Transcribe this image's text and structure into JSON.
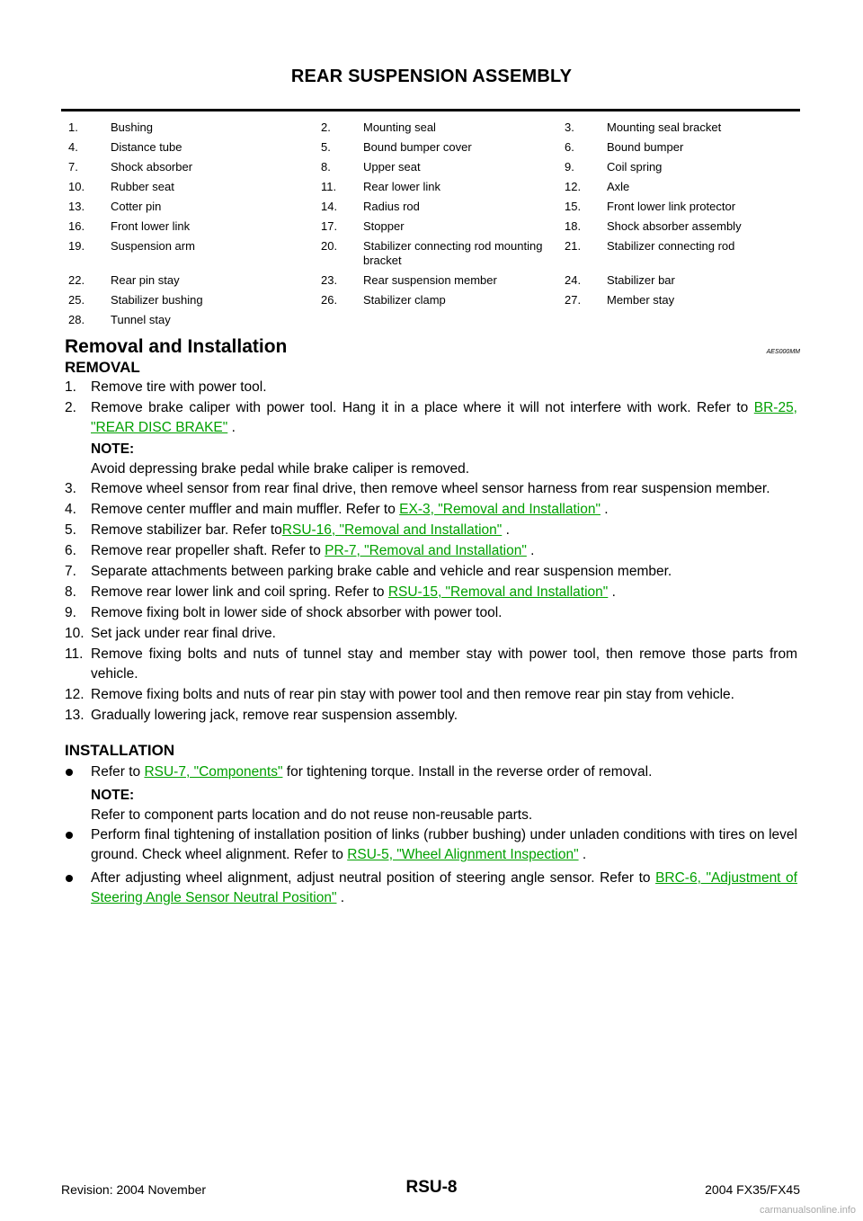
{
  "header": {
    "title": "REAR SUSPENSION ASSEMBLY"
  },
  "legend": [
    [
      "1.",
      "Bushing",
      "2.",
      "Mounting seal",
      "3.",
      "Mounting seal bracket"
    ],
    [
      "4.",
      "Distance tube",
      "5.",
      "Bound bumper cover",
      "6.",
      "Bound bumper"
    ],
    [
      "7.",
      "Shock absorber",
      "8.",
      "Upper seat",
      "9.",
      "Coil spring"
    ],
    [
      "10.",
      "Rubber seat",
      "11.",
      "Rear lower link",
      "12.",
      "Axle"
    ],
    [
      "13.",
      "Cotter pin",
      "14.",
      "Radius rod",
      "15.",
      "Front lower link protector"
    ],
    [
      "16.",
      "Front lower link",
      "17.",
      "Stopper",
      "18.",
      "Shock absorber assembly"
    ],
    [
      "19.",
      "Suspension arm",
      "20.",
      "Stabilizer connecting rod mounting bracket",
      "21.",
      "Stabilizer connecting rod"
    ],
    [
      "22.",
      "Rear pin stay",
      "23.",
      "Rear suspension member",
      "24.",
      "Stabilizer bar"
    ],
    [
      "25.",
      "Stabilizer bushing",
      "26.",
      "Stabilizer clamp",
      "27.",
      "Member stay"
    ],
    [
      "28.",
      "Tunnel stay",
      "",
      "",
      "",
      ""
    ]
  ],
  "section": {
    "title": "Removal and Installation",
    "code": "AES000MM"
  },
  "removal": {
    "heading": "REMOVAL",
    "steps": [
      {
        "n": "1.",
        "pre": "Remove tire with power tool.",
        "link": "",
        "post": ""
      },
      {
        "n": "2.",
        "pre": "Remove brake caliper with power tool. Hang it in a place where it will not interfere with work. Refer to ",
        "link": "BR-25, \"REAR DISC BRAKE\"",
        "post": " ."
      },
      {
        "n": "3.",
        "pre": "Remove wheel sensor from rear final drive, then remove wheel sensor harness from rear suspension member.",
        "link": "",
        "post": ""
      },
      {
        "n": "4.",
        "pre": "Remove center muffler and main muffler. Refer to ",
        "link": "EX-3, \"Removal and Installation\"",
        "post": " ."
      },
      {
        "n": "5.",
        "pre": "Remove stabilizer bar. Refer to",
        "link": "RSU-16, \"Removal and Installation\"",
        "post": " ."
      },
      {
        "n": "6.",
        "pre": "Remove rear propeller shaft. Refer to ",
        "link": "PR-7, \"Removal and Installation\"",
        "post": " ."
      },
      {
        "n": "7.",
        "pre": "Separate attachments between parking brake cable and vehicle and rear suspension member.",
        "link": "",
        "post": ""
      },
      {
        "n": "8.",
        "pre": "Remove rear lower link and coil spring. Refer to ",
        "link": "RSU-15, \"Removal and Installation\"",
        "post": " ."
      },
      {
        "n": "9.",
        "pre": "Remove fixing bolt in lower side of shock absorber with power tool.",
        "link": "",
        "post": ""
      },
      {
        "n": "10.",
        "pre": "Set jack under rear final drive.",
        "link": "",
        "post": ""
      },
      {
        "n": "11.",
        "pre": "Remove fixing bolts and nuts of tunnel stay and member stay with power tool, then remove those parts from vehicle.",
        "link": "",
        "post": ""
      },
      {
        "n": "12.",
        "pre": "Remove fixing bolts and nuts of rear pin stay with power tool and then remove rear pin stay from vehicle.",
        "link": "",
        "post": ""
      },
      {
        "n": "13.",
        "pre": "Gradually lowering jack, remove rear suspension assembly.",
        "link": "",
        "post": ""
      }
    ],
    "note_heading": "NOTE:",
    "note_text": "Avoid depressing brake pedal while brake caliper is removed."
  },
  "installation": {
    "heading": "INSTALLATION",
    "bullets": [
      {
        "pre": "Refer to ",
        "link": "RSU-7, \"Components\"",
        "post": "  for tightening torque. Install in the reverse order of removal."
      },
      {
        "pre": "Perform final tightening of installation position of links (rubber bushing) under unladen conditions with tires on level ground. Check wheel alignment. Refer to ",
        "link": "RSU-5, \"Wheel Alignment Inspection\"",
        "post": " ."
      },
      {
        "pre": "After adjusting wheel alignment, adjust neutral position of steering angle sensor. Refer to ",
        "link": "BRC-6, \"Adjustment of Steering Angle Sensor Neutral Position\"",
        "post": " ."
      }
    ],
    "note_heading": "NOTE:",
    "note_text": "Refer to component parts location and do not reuse non-reusable parts."
  },
  "footer": {
    "revision": "Revision: 2004 November",
    "page": "RSU-8",
    "model": "2004 FX35/FX45",
    "watermark": "carmanualsonline.info"
  }
}
